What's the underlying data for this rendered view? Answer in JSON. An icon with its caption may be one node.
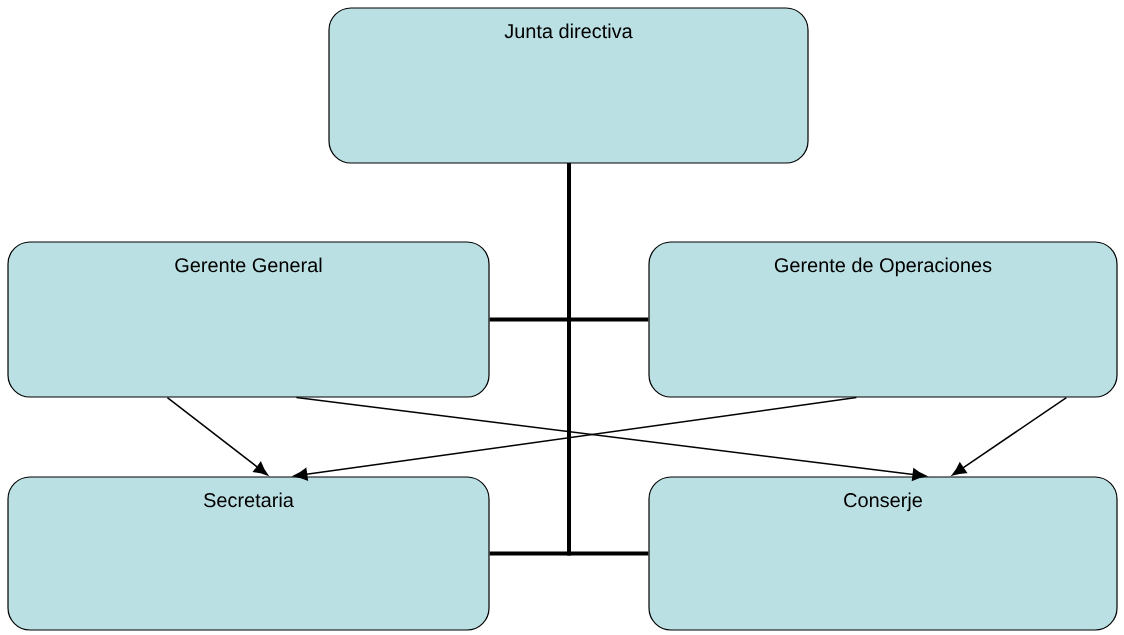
{
  "diagram": {
    "nodes": [
      {
        "text": [
          "Junta directiva"
        ]
      },
      {
        "text": [
          "Gerente General"
        ]
      },
      {
        "text": [
          "Gerente de Operaciones"
        ]
      },
      {
        "text": [
          "Secretaria"
        ]
      },
      {
        "text": [
          "Conserje"
        ]
      }
    ],
    "edges": [
      {
        "from": 0,
        "to": 1,
        "arrow": "none",
        "style": "thick"
      },
      {
        "from": 0,
        "to": 2,
        "arrow": "none",
        "style": "thick"
      },
      {
        "from": 0,
        "to": 3,
        "arrow": "none",
        "style": "thick"
      },
      {
        "from": 0,
        "to": 4,
        "arrow": "none",
        "style": "thick"
      },
      {
        "from": 1,
        "to": 3,
        "arrow": "to"
      },
      {
        "from": 1,
        "to": 4,
        "arrow": "to"
      },
      {
        "from": 2,
        "to": 3,
        "arrow": "to"
      },
      {
        "from": 2,
        "to": 4,
        "arrow": "to"
      }
    ]
  }
}
